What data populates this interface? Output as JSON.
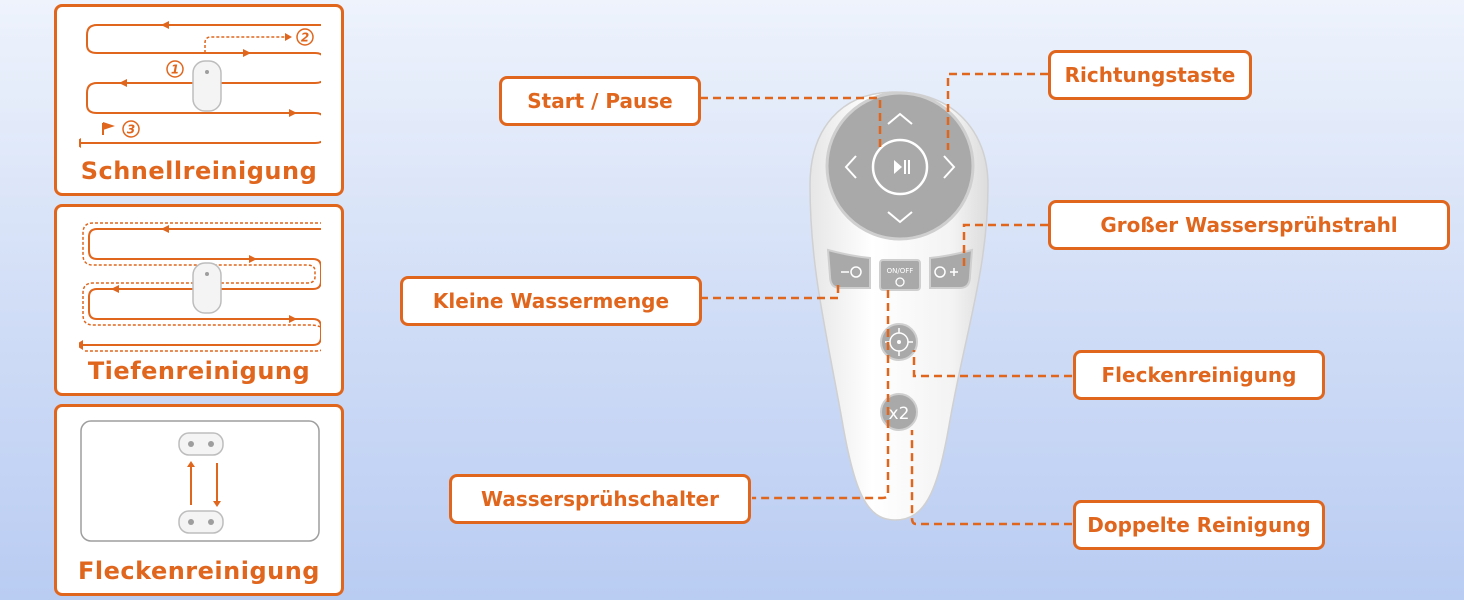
{
  "panels": [
    {
      "title": "Schnellreinigung",
      "steps": [
        "1",
        "2",
        "3"
      ]
    },
    {
      "title": "Tiefenreinigung"
    },
    {
      "title": "Fleckenreinigung"
    }
  ],
  "remote": {
    "power_label": "ON/OFF",
    "double_label": "x2"
  },
  "callouts": {
    "start_pause": "Start / Pause",
    "direction_key": "Richtungstaste",
    "large_spray": "Großer Wassersprühstrahl",
    "small_water": "Kleine Wassermenge",
    "spot_cleaning": "Fleckenreinigung",
    "spray_switch": "Wassersprühschalter",
    "double_cleaning": "Doppelte Reinigung"
  },
  "colors": {
    "accent": "#e0661e",
    "body": "#f4f4f4",
    "pad": "#a9a9a9"
  }
}
